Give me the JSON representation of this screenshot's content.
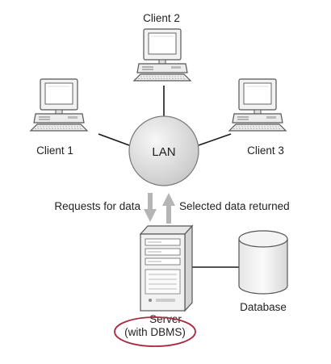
{
  "nodes": {
    "client_2": "Client 2",
    "client_1": "Client 1",
    "client_3": "Client 3",
    "lan": "LAN",
    "database": "Database",
    "server_line1": "Server",
    "server_line2": "(with DBMS)"
  },
  "flows": {
    "request": "Requests for data",
    "response": "Selected data returned"
  },
  "colors": {
    "line": "#1a1a1a",
    "device_fill": "#f4f4f4",
    "device_stroke": "#555555",
    "lan_fill": "#e2e2e2",
    "arrow_fill": "#b5b5b5",
    "highlight_ring": "#a8283f"
  }
}
